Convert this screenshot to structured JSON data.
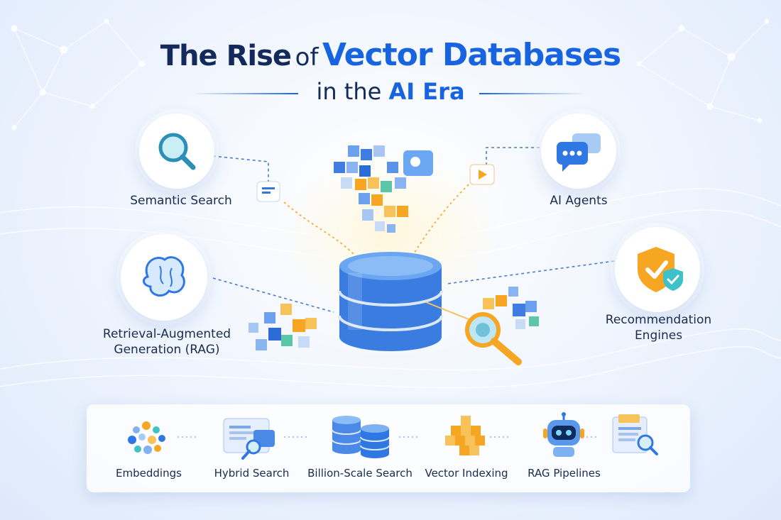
{
  "title": {
    "part1": "The Rise",
    "part2": "of",
    "part3": "Vector Databases",
    "sub1": "in the",
    "sub2": "AI Era"
  },
  "features": {
    "semantic_search": "Semantic Search",
    "ai_agents": "AI Agents",
    "rag_line1": "Retrieval-Augmented",
    "rag_line2": "Generation (RAG)",
    "recommendation_line1": "Recommendation",
    "recommendation_line2": "Engines"
  },
  "tools": [
    {
      "label": "Embeddings",
      "icon": "embeddings-dots-icon"
    },
    {
      "label": "Hybrid Search",
      "icon": "hybrid-search-icon"
    },
    {
      "label": "Billion-Scale Search",
      "icon": "database-stack-icon"
    },
    {
      "label": "Vector Indexing",
      "icon": "vector-cubes-icon"
    },
    {
      "label": "RAG Pipelines",
      "icon": "robot-icon"
    }
  ],
  "colors": {
    "navy": "#142a5c",
    "accent_blue": "#1763e0",
    "orange": "#f6a623",
    "teal": "#3fc1c9"
  }
}
